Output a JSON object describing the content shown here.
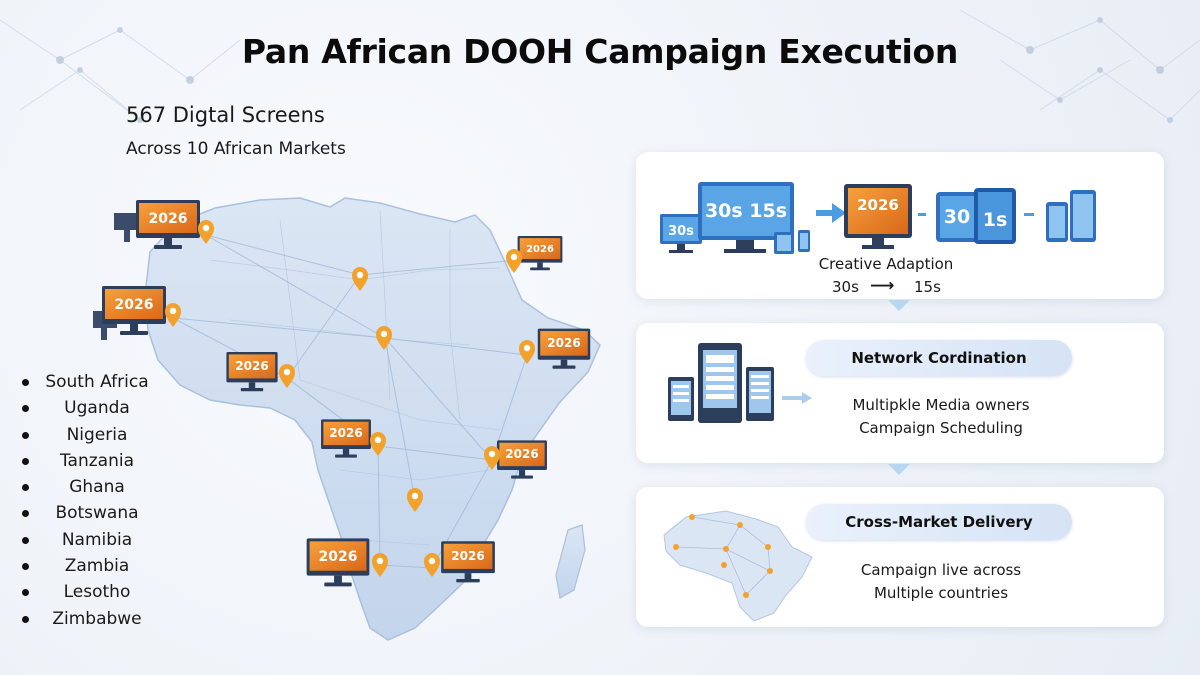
{
  "header": {
    "title": "Pan African DOOH Campaign Execution",
    "stat_line": "567 Digtal Screens",
    "markets_line": "Across 10 African Markets"
  },
  "markets": [
    "South Africa",
    "Uganda",
    "Nigeria",
    "Tanzania",
    "Ghana",
    "Botswana",
    "Namibia",
    "Zambia",
    "Lesotho",
    "Zimbabwe"
  ],
  "map": {
    "screen_label": "2026",
    "icons": [
      "africa-map",
      "digital-screen-icon",
      "location-pin-icon"
    ]
  },
  "steps": {
    "creative": {
      "screen_30": "30s",
      "screen_30_15": "30s 15s",
      "screen_2026": "2026",
      "tablet_30": "30",
      "tablet_1s": "1s",
      "label": "Creative Adaption",
      "from": "30s",
      "arrow": "⟶",
      "to": "15s"
    },
    "network": {
      "title": "Network Cordination",
      "line1": "Multipkle Media owners",
      "line2": "Campaign Scheduling"
    },
    "delivery": {
      "title": "Cross-Market Delivery",
      "line1": "Campaign live across",
      "line2": "Multiple countries"
    }
  },
  "colors": {
    "accent_orange": "#f28c1e",
    "screen_navy": "#2c3e5c",
    "map_blue": "#c9daf0",
    "pill_blue": "#d5e3f6",
    "chevron_blue": "#b8d6ef"
  }
}
